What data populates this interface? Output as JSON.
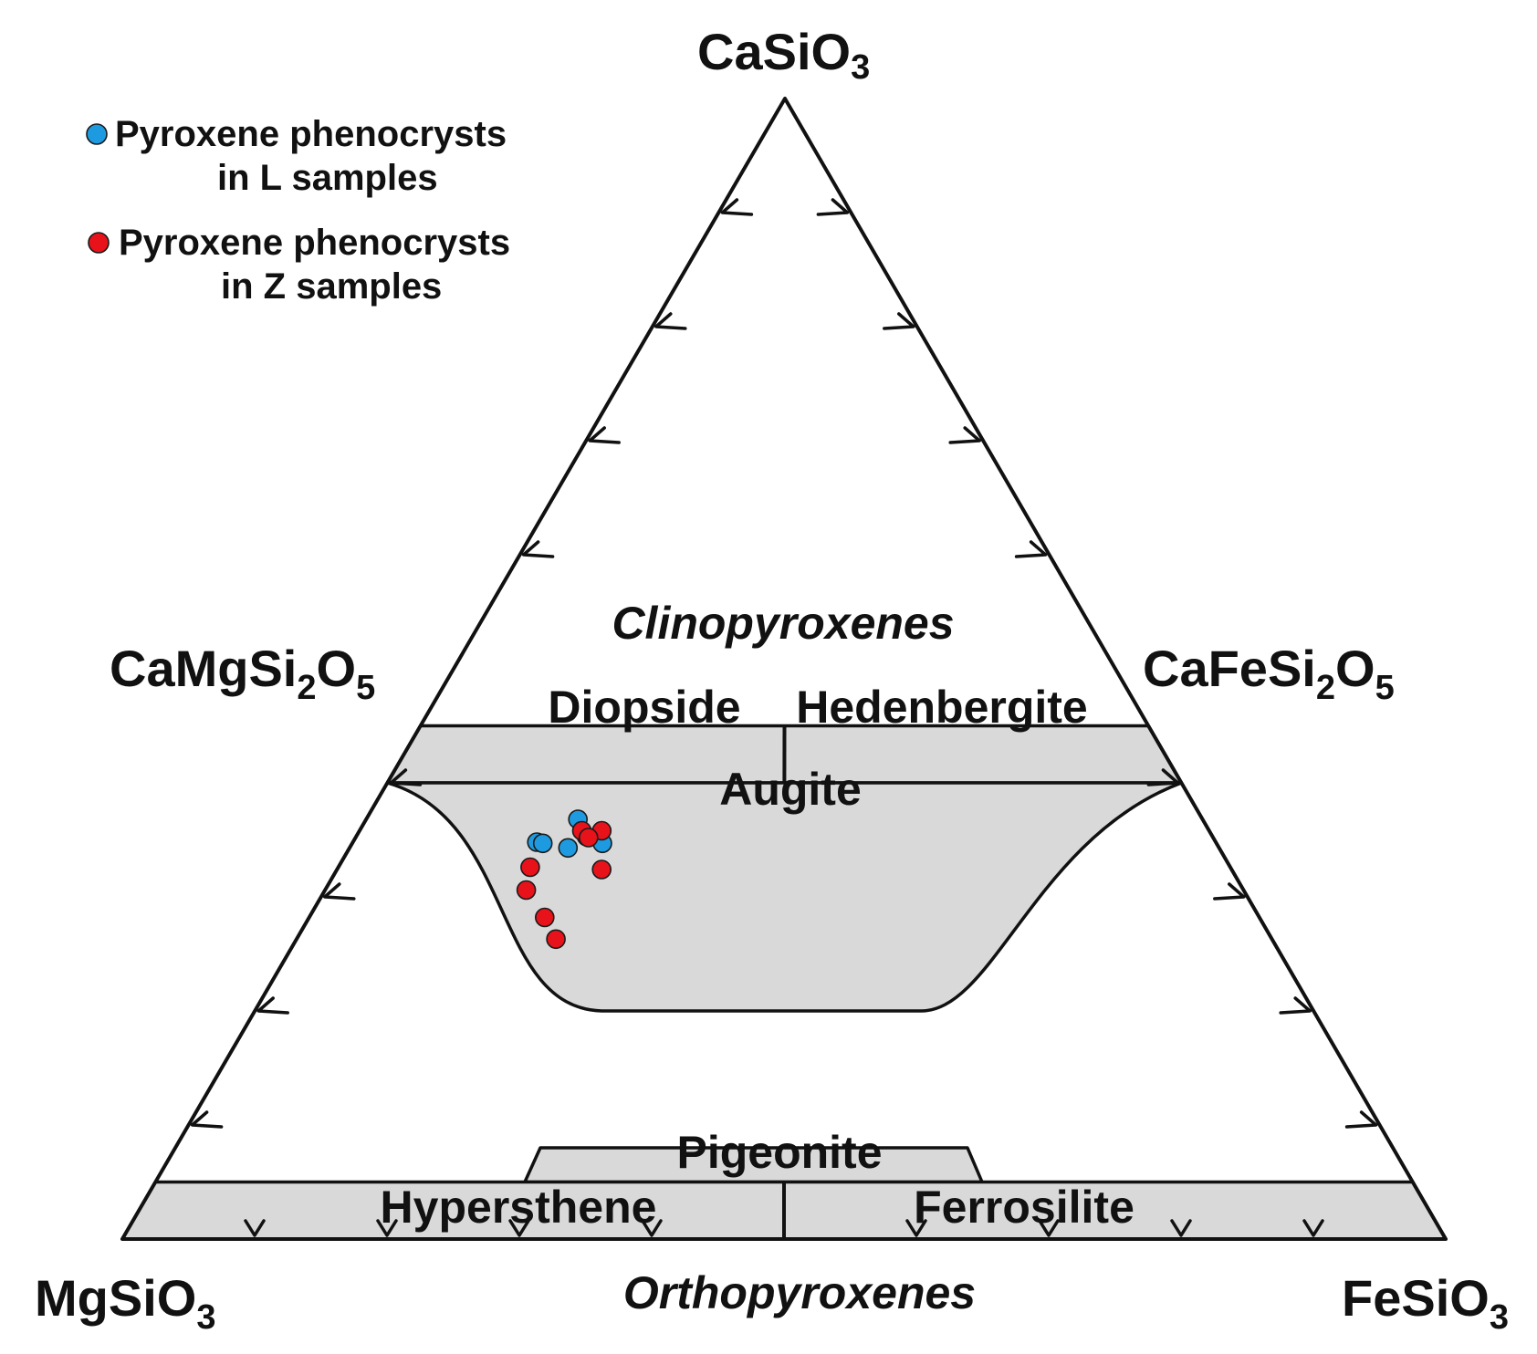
{
  "chart_data": {
    "type": "ternary-scatter",
    "vertices": {
      "top": {
        "base": "CaSiO",
        "sub": "3"
      },
      "bottom_left": {
        "base": "MgSiO",
        "sub": "3"
      },
      "bottom_right": {
        "base": "FeSiO",
        "sub": "3"
      }
    },
    "midpoint_labels": {
      "left": {
        "parts": [
          "CaMgSi",
          "2",
          "O",
          "5"
        ]
      },
      "right": {
        "parts": [
          "CaFeSi",
          "2",
          "O",
          "5"
        ]
      }
    },
    "group_labels": {
      "upper": "Clinopyroxenes",
      "lower": "Orthopyroxenes"
    },
    "fields": {
      "diopside": "Diopside",
      "hedenbergite": "Hedenbergite",
      "augite": "Augite",
      "pigeonite": "Pigeonite",
      "hypersthene": "Hypersthene",
      "ferrosilite": "Ferrosilite"
    },
    "field_boundaries_ca_pct": {
      "cpx_top": 45,
      "diopside_bottom": 40,
      "augite_min": 20,
      "pigeonite_top": 8,
      "opx_top": 5
    },
    "legend": [
      {
        "line1": "Pyroxene phenocrysts",
        "line2": "in L samples",
        "color": "#1e9be0"
      },
      {
        "line1": "Pyroxene phenocrysts",
        "line2": "in Z samples",
        "color": "#e8121b"
      }
    ],
    "series": [
      {
        "legend_index": 0,
        "color": "#1e9be0",
        "points": [
          {
            "ca": 36.8,
            "fe": 16.0
          },
          {
            "ca": 34.8,
            "fe": 13.9
          },
          {
            "ca": 34.7,
            "fe": 14.4
          },
          {
            "ca": 34.3,
            "fe": 16.5
          },
          {
            "ca": 35.3,
            "fe": 17.4
          },
          {
            "ca": 34.7,
            "fe": 18.9
          }
        ]
      },
      {
        "legend_index": 1,
        "color": "#e8121b",
        "points": [
          {
            "ca": 35.8,
            "fe": 16.8
          },
          {
            "ca": 35.8,
            "fe": 18.3
          },
          {
            "ca": 35.2,
            "fe": 17.6
          },
          {
            "ca": 32.6,
            "fe": 14.5
          },
          {
            "ca": 32.4,
            "fe": 20.0
          },
          {
            "ca": 30.6,
            "fe": 15.2
          },
          {
            "ca": 28.2,
            "fe": 17.8
          },
          {
            "ca": 26.3,
            "fe": 19.6
          }
        ]
      }
    ]
  }
}
